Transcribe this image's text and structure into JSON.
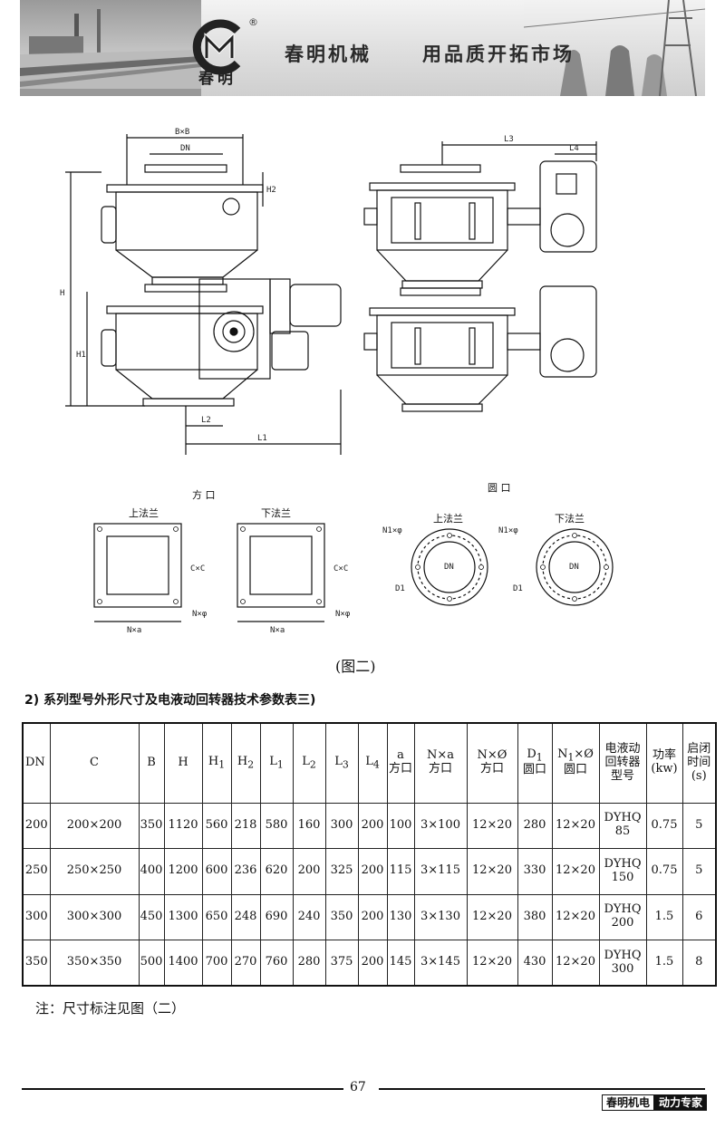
{
  "header": {
    "logo_text": "春明",
    "registered_mark": "®",
    "slogan_left": "春明机械",
    "slogan_right": "用品质开拓市场"
  },
  "figure": {
    "labels": {
      "bxb": "B×B",
      "dn": "DN",
      "h2": "H2",
      "h": "H",
      "h1": "H1",
      "l2": "L2",
      "l1": "L1",
      "l3": "L3",
      "l4": "L4",
      "square_title": "方  口",
      "round_title": "圆  口",
      "upper_flange": "上法兰",
      "lower_flange": "下法兰",
      "cxc": "C×C",
      "nxa": "N×a",
      "nxphi": "N×φ",
      "n1xphi": "N1×φ",
      "d1": "D1"
    },
    "caption": "(图二)"
  },
  "section": {
    "title": "2) 系列型号外形尺寸及电液动回转器技术参数表三)"
  },
  "table": {
    "headers": {
      "dn": "DN",
      "c": "C",
      "b": "B",
      "h": "H",
      "h1": "H",
      "h1_sub": "1",
      "h2": "H",
      "h2_sub": "2",
      "l1": "L",
      "l1_sub": "1",
      "l2": "L",
      "l2_sub": "2",
      "l3": "L",
      "l3_sub": "3",
      "l4": "L",
      "l4_sub": "4",
      "a_top": "a",
      "a_bottom": "方口",
      "nxa_top": "N×a",
      "nxa_bottom": "方口",
      "nxo_top": "N×Ø",
      "nxo_bottom": "方口",
      "d1_top": "D",
      "d1_sub": "1",
      "d1_bottom": "圆口",
      "n1xo_top": "N",
      "n1xo_sub": "1",
      "n1xo_rest": "×Ø",
      "n1xo_bottom": "圆口",
      "model_1": "电液动",
      "model_2": "回转器",
      "model_3": "型号",
      "power_1": "功率",
      "power_2": "(kw)",
      "time_1": "启闭",
      "time_2": "时间",
      "time_3": "(s)"
    },
    "rows": [
      {
        "dn": "200",
        "c": "200×200",
        "b": "350",
        "h": "1120",
        "h1": "560",
        "h2": "218",
        "l1": "580",
        "l2": "160",
        "l3": "300",
        "l4": "200",
        "a": "100",
        "nxa": "3×100",
        "nxo": "12×20",
        "d1": "280",
        "n1xo": "12×20",
        "model_a": "DYHQ",
        "model_b": "85",
        "power": "0.75",
        "time": "5"
      },
      {
        "dn": "250",
        "c": "250×250",
        "b": "400",
        "h": "1200",
        "h1": "600",
        "h2": "236",
        "l1": "620",
        "l2": "200",
        "l3": "325",
        "l4": "200",
        "a": "115",
        "nxa": "3×115",
        "nxo": "12×20",
        "d1": "330",
        "n1xo": "12×20",
        "model_a": "DYHQ",
        "model_b": "150",
        "power": "0.75",
        "time": "5"
      },
      {
        "dn": "300",
        "c": "300×300",
        "b": "450",
        "h": "1300",
        "h1": "650",
        "h2": "248",
        "l1": "690",
        "l2": "240",
        "l3": "350",
        "l4": "200",
        "a": "130",
        "nxa": "3×130",
        "nxo": "12×20",
        "d1": "380",
        "n1xo": "12×20",
        "model_a": "DYHQ",
        "model_b": "200",
        "power": "1.5",
        "time": "6"
      },
      {
        "dn": "350",
        "c": "350×350",
        "b": "500",
        "h": "1400",
        "h1": "700",
        "h2": "270",
        "l1": "760",
        "l2": "280",
        "l3": "375",
        "l4": "200",
        "a": "145",
        "nxa": "3×145",
        "nxo": "12×20",
        "d1": "430",
        "n1xo": "12×20",
        "model_a": "DYHQ",
        "model_b": "300",
        "power": "1.5",
        "time": "8"
      }
    ]
  },
  "note": "注：尺寸标注见图（二）",
  "footer": {
    "page_number": "67",
    "badge_left": "春明机电",
    "badge_right": "动力专家"
  }
}
